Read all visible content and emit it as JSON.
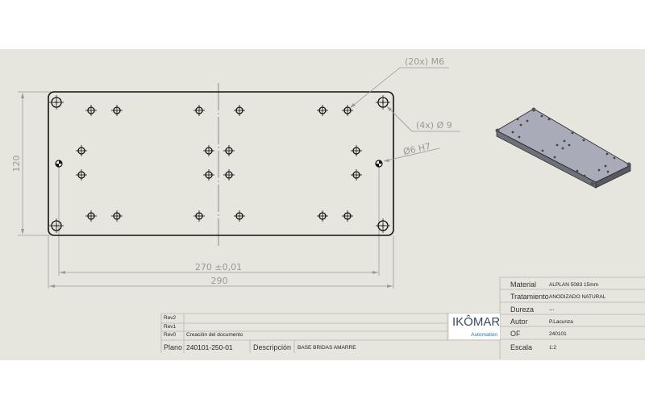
{
  "drawing": {
    "callouts": {
      "tapped_holes": "(20x) M6",
      "through_holes": "(4x)  Ø 9",
      "pin_holes": "Ø6 H7"
    },
    "dimensions": {
      "height": "120",
      "hole_spacing": "270 ±0,01",
      "width": "290"
    }
  },
  "title_block": {
    "revisions": [
      {
        "label": "Rev2",
        "text": ""
      },
      {
        "label": "Rev1",
        "text": ""
      },
      {
        "label": "Rev0",
        "text": "Creación del documento"
      }
    ],
    "plano_label": "Plano",
    "plano_value": "240101-250-01",
    "descripcion_label": "Descripción",
    "descripcion_value": "BASE BRIDAS AMARRE",
    "logo": {
      "brand": "IKÔMAR",
      "sub": "Automation"
    },
    "properties": [
      {
        "label": "Material",
        "value": "ALPLAN 5083 15mm"
      },
      {
        "label": "Tratamiento",
        "value": "ANODIZADO NATURAL"
      },
      {
        "label": "Dureza",
        "value": "---"
      },
      {
        "label": "Autor",
        "value": "P.Lacunza"
      },
      {
        "label": "OF",
        "value": "240101"
      },
      {
        "label": "Escala",
        "value": "1:2"
      }
    ]
  },
  "colors": {
    "sheet_background": "#e6e5de",
    "outline": "#111111",
    "dimension": "#9a9a96",
    "iso_top": "#a9abb8",
    "iso_side": "#6f717a"
  }
}
